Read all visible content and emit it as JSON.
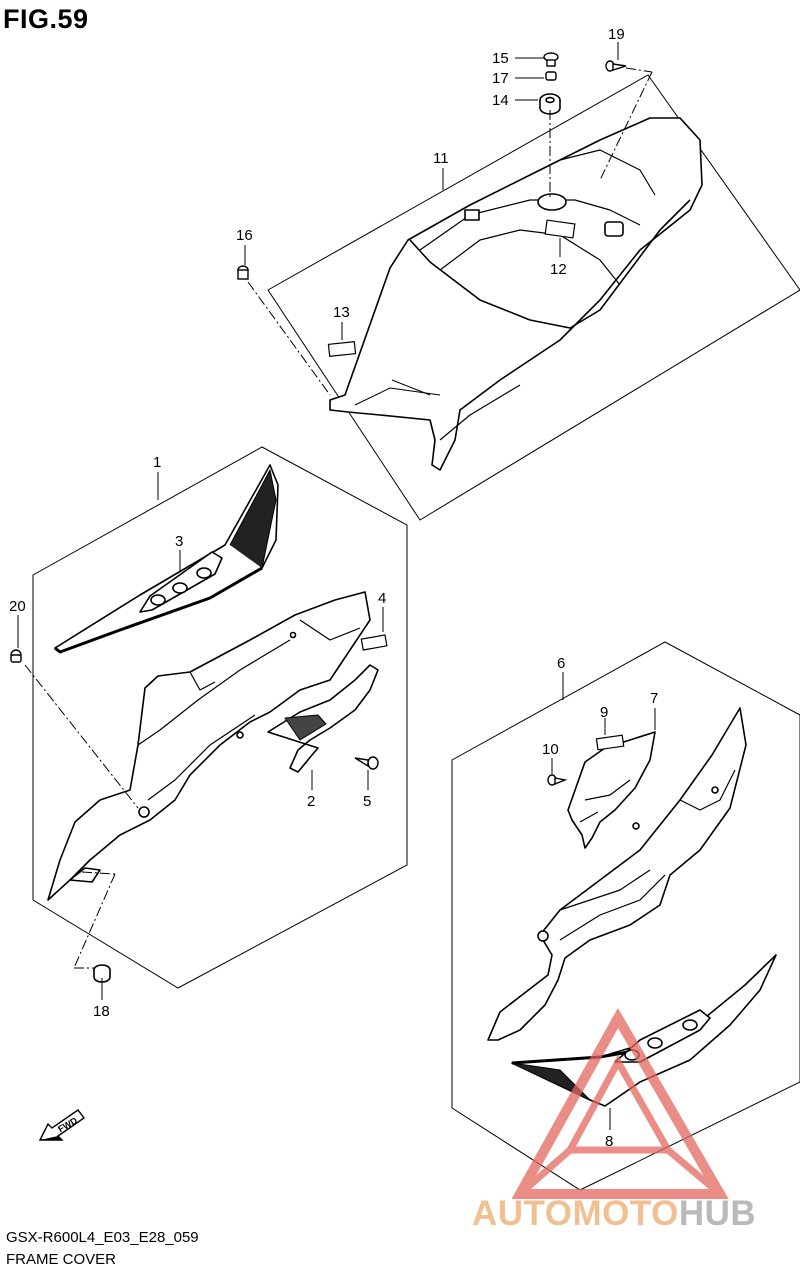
{
  "figure": {
    "title": "FIG.59",
    "model_code": "GSX-R600L4_E03_E28_059",
    "section_name": "FRAME COVER"
  },
  "fwd_arrow_label": "FWD",
  "parts": [
    {
      "ref": "1"
    },
    {
      "ref": "2"
    },
    {
      "ref": "3"
    },
    {
      "ref": "4"
    },
    {
      "ref": "5"
    },
    {
      "ref": "6"
    },
    {
      "ref": "7"
    },
    {
      "ref": "8"
    },
    {
      "ref": "9"
    },
    {
      "ref": "10"
    },
    {
      "ref": "11"
    },
    {
      "ref": "12"
    },
    {
      "ref": "13"
    },
    {
      "ref": "14"
    },
    {
      "ref": "15"
    },
    {
      "ref": "16"
    },
    {
      "ref": "17"
    },
    {
      "ref": "18"
    },
    {
      "ref": "19"
    },
    {
      "ref": "20"
    }
  ],
  "watermark": {
    "brand_a": "AUTOMOTO",
    "brand_b": "HUB",
    "color_a": "#f0c090",
    "color_b": "#b9b9b9",
    "triangle_color": "#e4685f"
  }
}
